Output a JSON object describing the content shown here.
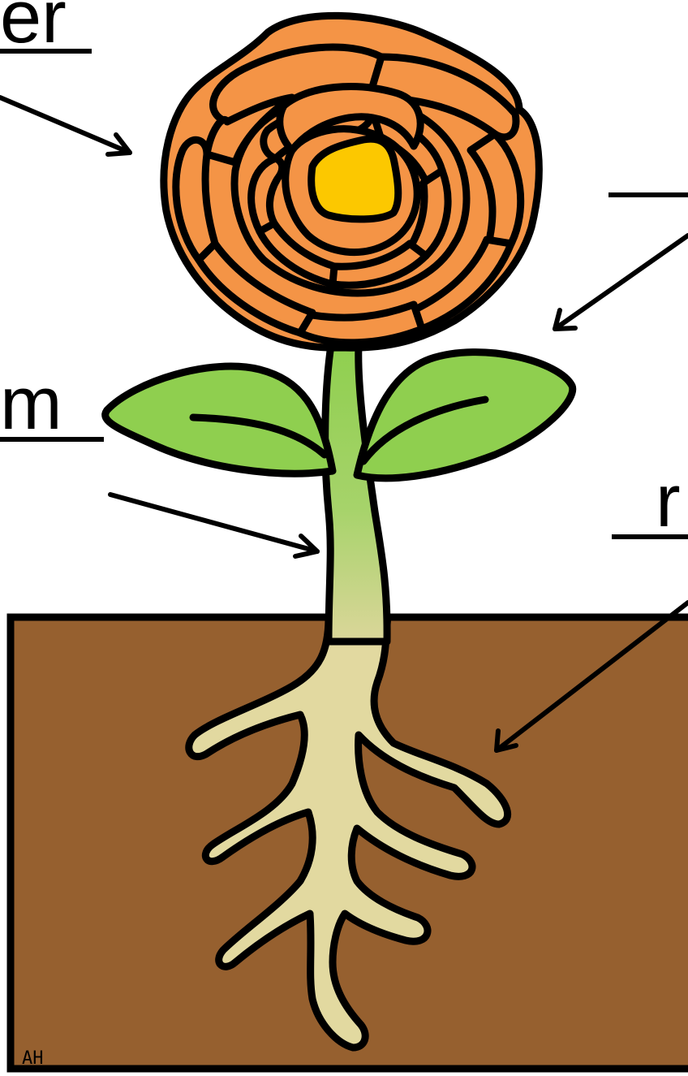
{
  "labels": {
    "flower": "er",
    "leaf": "",
    "stem": "m",
    "root": "r"
  },
  "watermark": "AH",
  "colors": {
    "soil": "#96602f",
    "petal": "#f49446",
    "center": "#fcc800",
    "leaf": "#8fcf4f",
    "stem_top": "#8fcf4f",
    "stem_bottom": "#dbd69a",
    "root": "#e2d9a0",
    "outline": "#000000"
  }
}
